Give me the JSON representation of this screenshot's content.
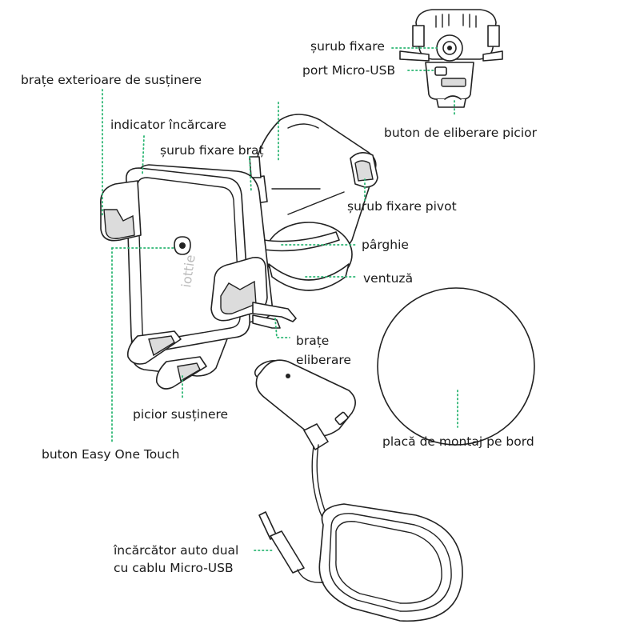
{
  "labels": {
    "surub_fixare": "șurub fixare",
    "port_micro_usb": "port Micro-USB",
    "brate_exterioare": "brațe exterioare de susținere",
    "indicator_incarcare": "indicator încărcare",
    "surub_fixare_brat": "șurub fixare braț",
    "buton_eliberare_picior": "buton de eliberare picior",
    "surub_fixare_pivot": "șurub fixare pivot",
    "parghie": "pârghie",
    "ventuza": "ventuză",
    "brate_eliberare_1": "brațe",
    "brate_eliberare_2": "eliberare",
    "picior_sustinere": "picior susținere",
    "placa_montaj": "placă de montaj pe bord",
    "buton_easy_one_touch": "buton Easy One Touch",
    "incarcator_1": "încărcător auto dual",
    "incarcator_2": "cu cablu Micro-USB"
  },
  "brand": {
    "logo_text": "iottie"
  },
  "colors": {
    "leader": "#2bb673",
    "line": "#222222",
    "fill_gray": "#dcdcdc"
  }
}
